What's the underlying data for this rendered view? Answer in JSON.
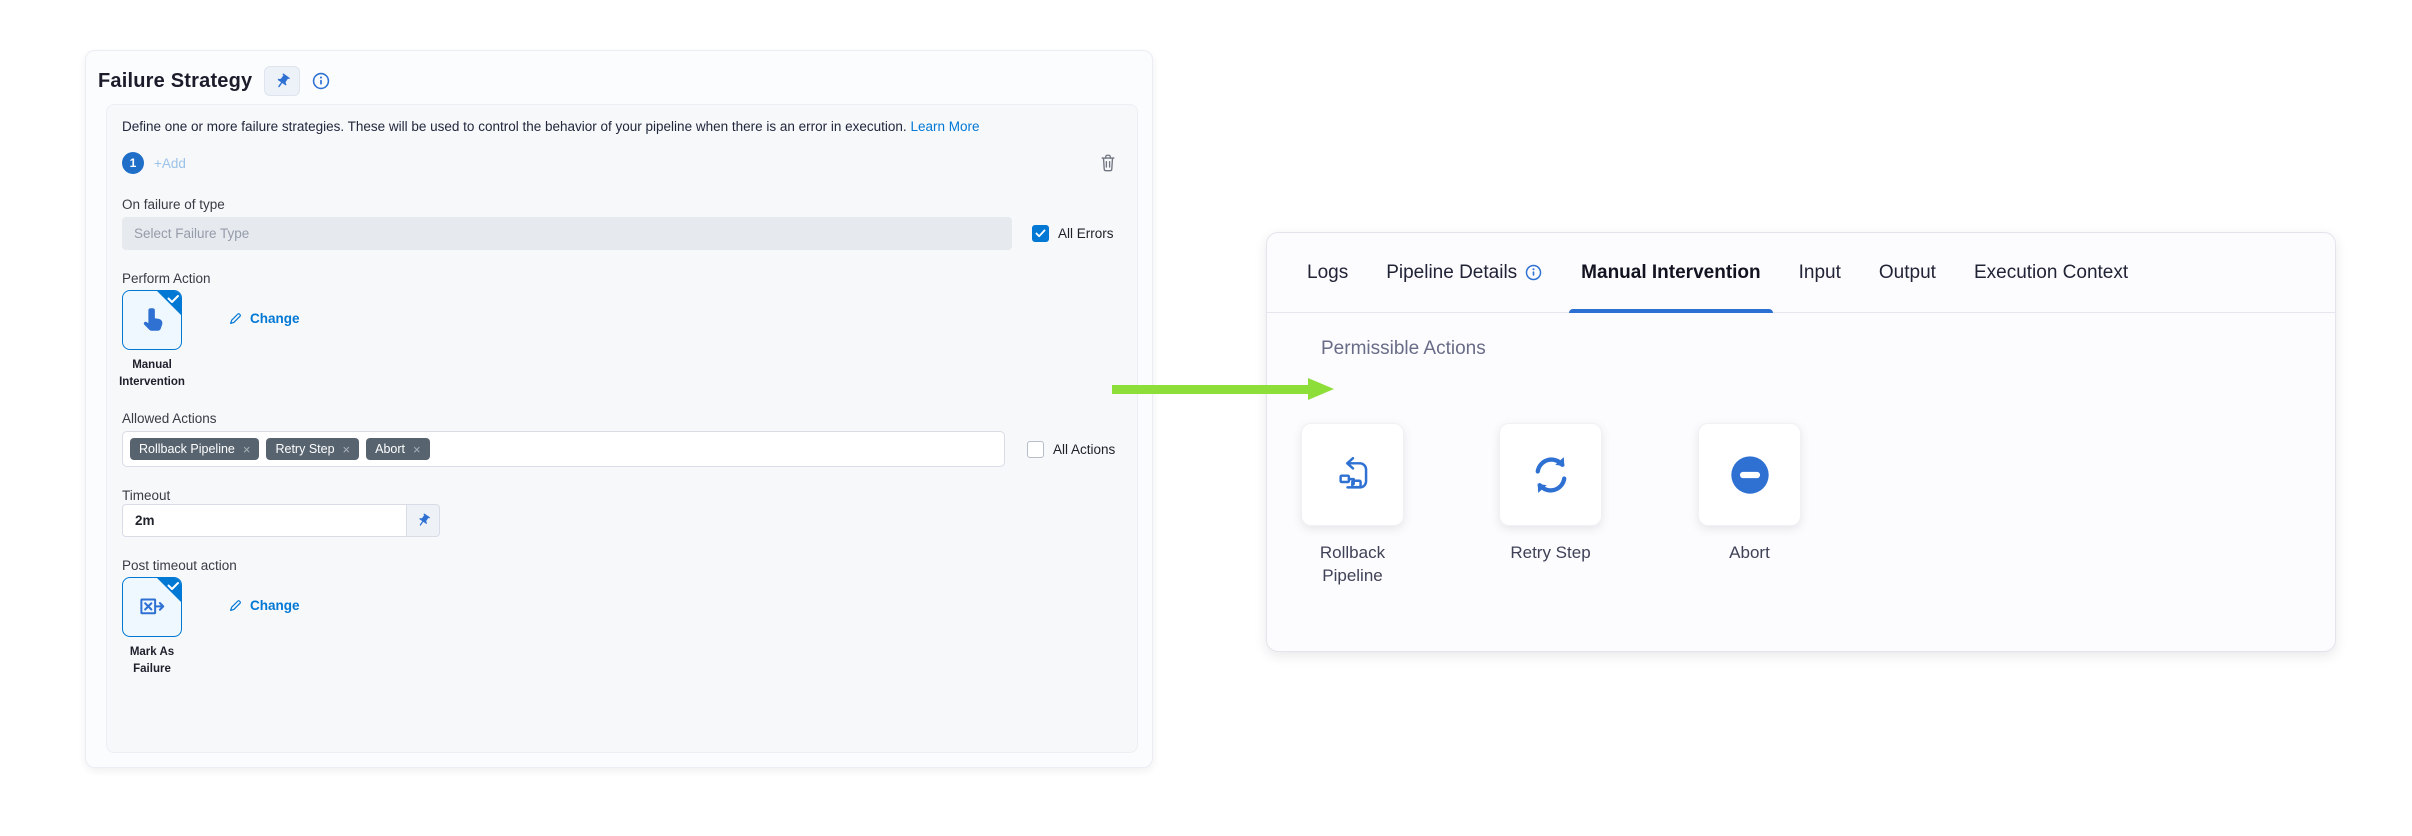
{
  "left_panel": {
    "title": "Failure Strategy",
    "description": "Define one or more failure strategies. These will be used to control the behavior of your pipeline when there is an error in execution.",
    "learn_more_label": "Learn More",
    "strategy_index": "1",
    "add_label": "+Add",
    "on_failure_label": "On failure of type",
    "failure_type_placeholder": "Select Failure Type",
    "all_errors_label": "All Errors",
    "perform_action_label": "Perform Action",
    "perform_action": {
      "name": "Manual Intervention",
      "change_label": "Change"
    },
    "allowed_actions_label": "Allowed Actions",
    "allowed_actions": [
      "Rollback Pipeline",
      "Retry Step",
      "Abort"
    ],
    "all_actions_label": "All Actions",
    "timeout_label": "Timeout",
    "timeout_value": "2m",
    "post_timeout_label": "Post timeout action",
    "post_timeout_action": {
      "name": "Mark As Failure",
      "change_label": "Change"
    }
  },
  "right_panel": {
    "tabs": [
      {
        "label": "Logs"
      },
      {
        "label": "Pipeline Details"
      },
      {
        "label": "Manual Intervention"
      },
      {
        "label": "Input"
      },
      {
        "label": "Output"
      },
      {
        "label": "Execution Context"
      }
    ],
    "active_tab": "Manual Intervention",
    "heading": "Permissible Actions",
    "actions": [
      {
        "label": "Rollback Pipeline"
      },
      {
        "label": "Retry Step"
      },
      {
        "label": "Abort"
      }
    ]
  },
  "icons": {
    "chip_remove": "×"
  },
  "colors": {
    "primary_blue": "#0278d5",
    "icon_blue": "#2e71d3",
    "tab_underline": "#2b6fd2",
    "chip_bg": "#57636f",
    "arrow_green": "#8ede39",
    "selected_card_bg": "#eff8fe"
  }
}
